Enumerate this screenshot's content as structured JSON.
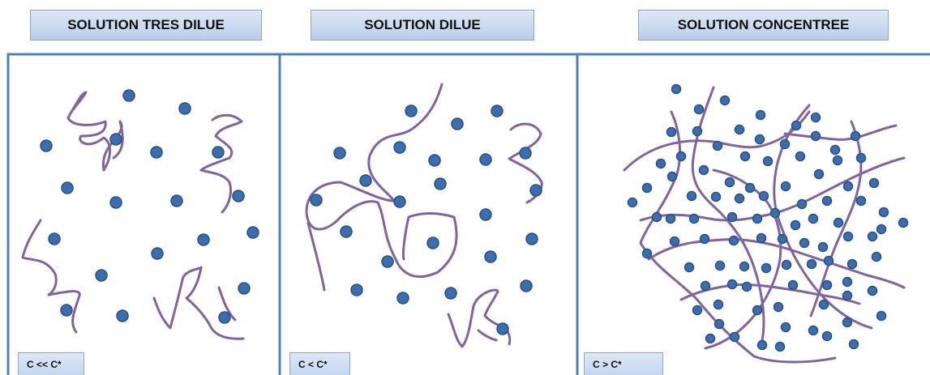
{
  "panels": [
    {
      "title": "SOLUTION TRES DILUE",
      "condition": "C << C*"
    },
    {
      "title": "SOLUTION DILUE",
      "condition": "C < C*"
    },
    {
      "title": "SOLUTION CONCENTREE",
      "condition": "C > C*"
    }
  ],
  "colors": {
    "chain": "#8064a2",
    "particle": "#3a6eb0",
    "particle_edge": "#2b4f80",
    "frame": "#4f81bd"
  }
}
